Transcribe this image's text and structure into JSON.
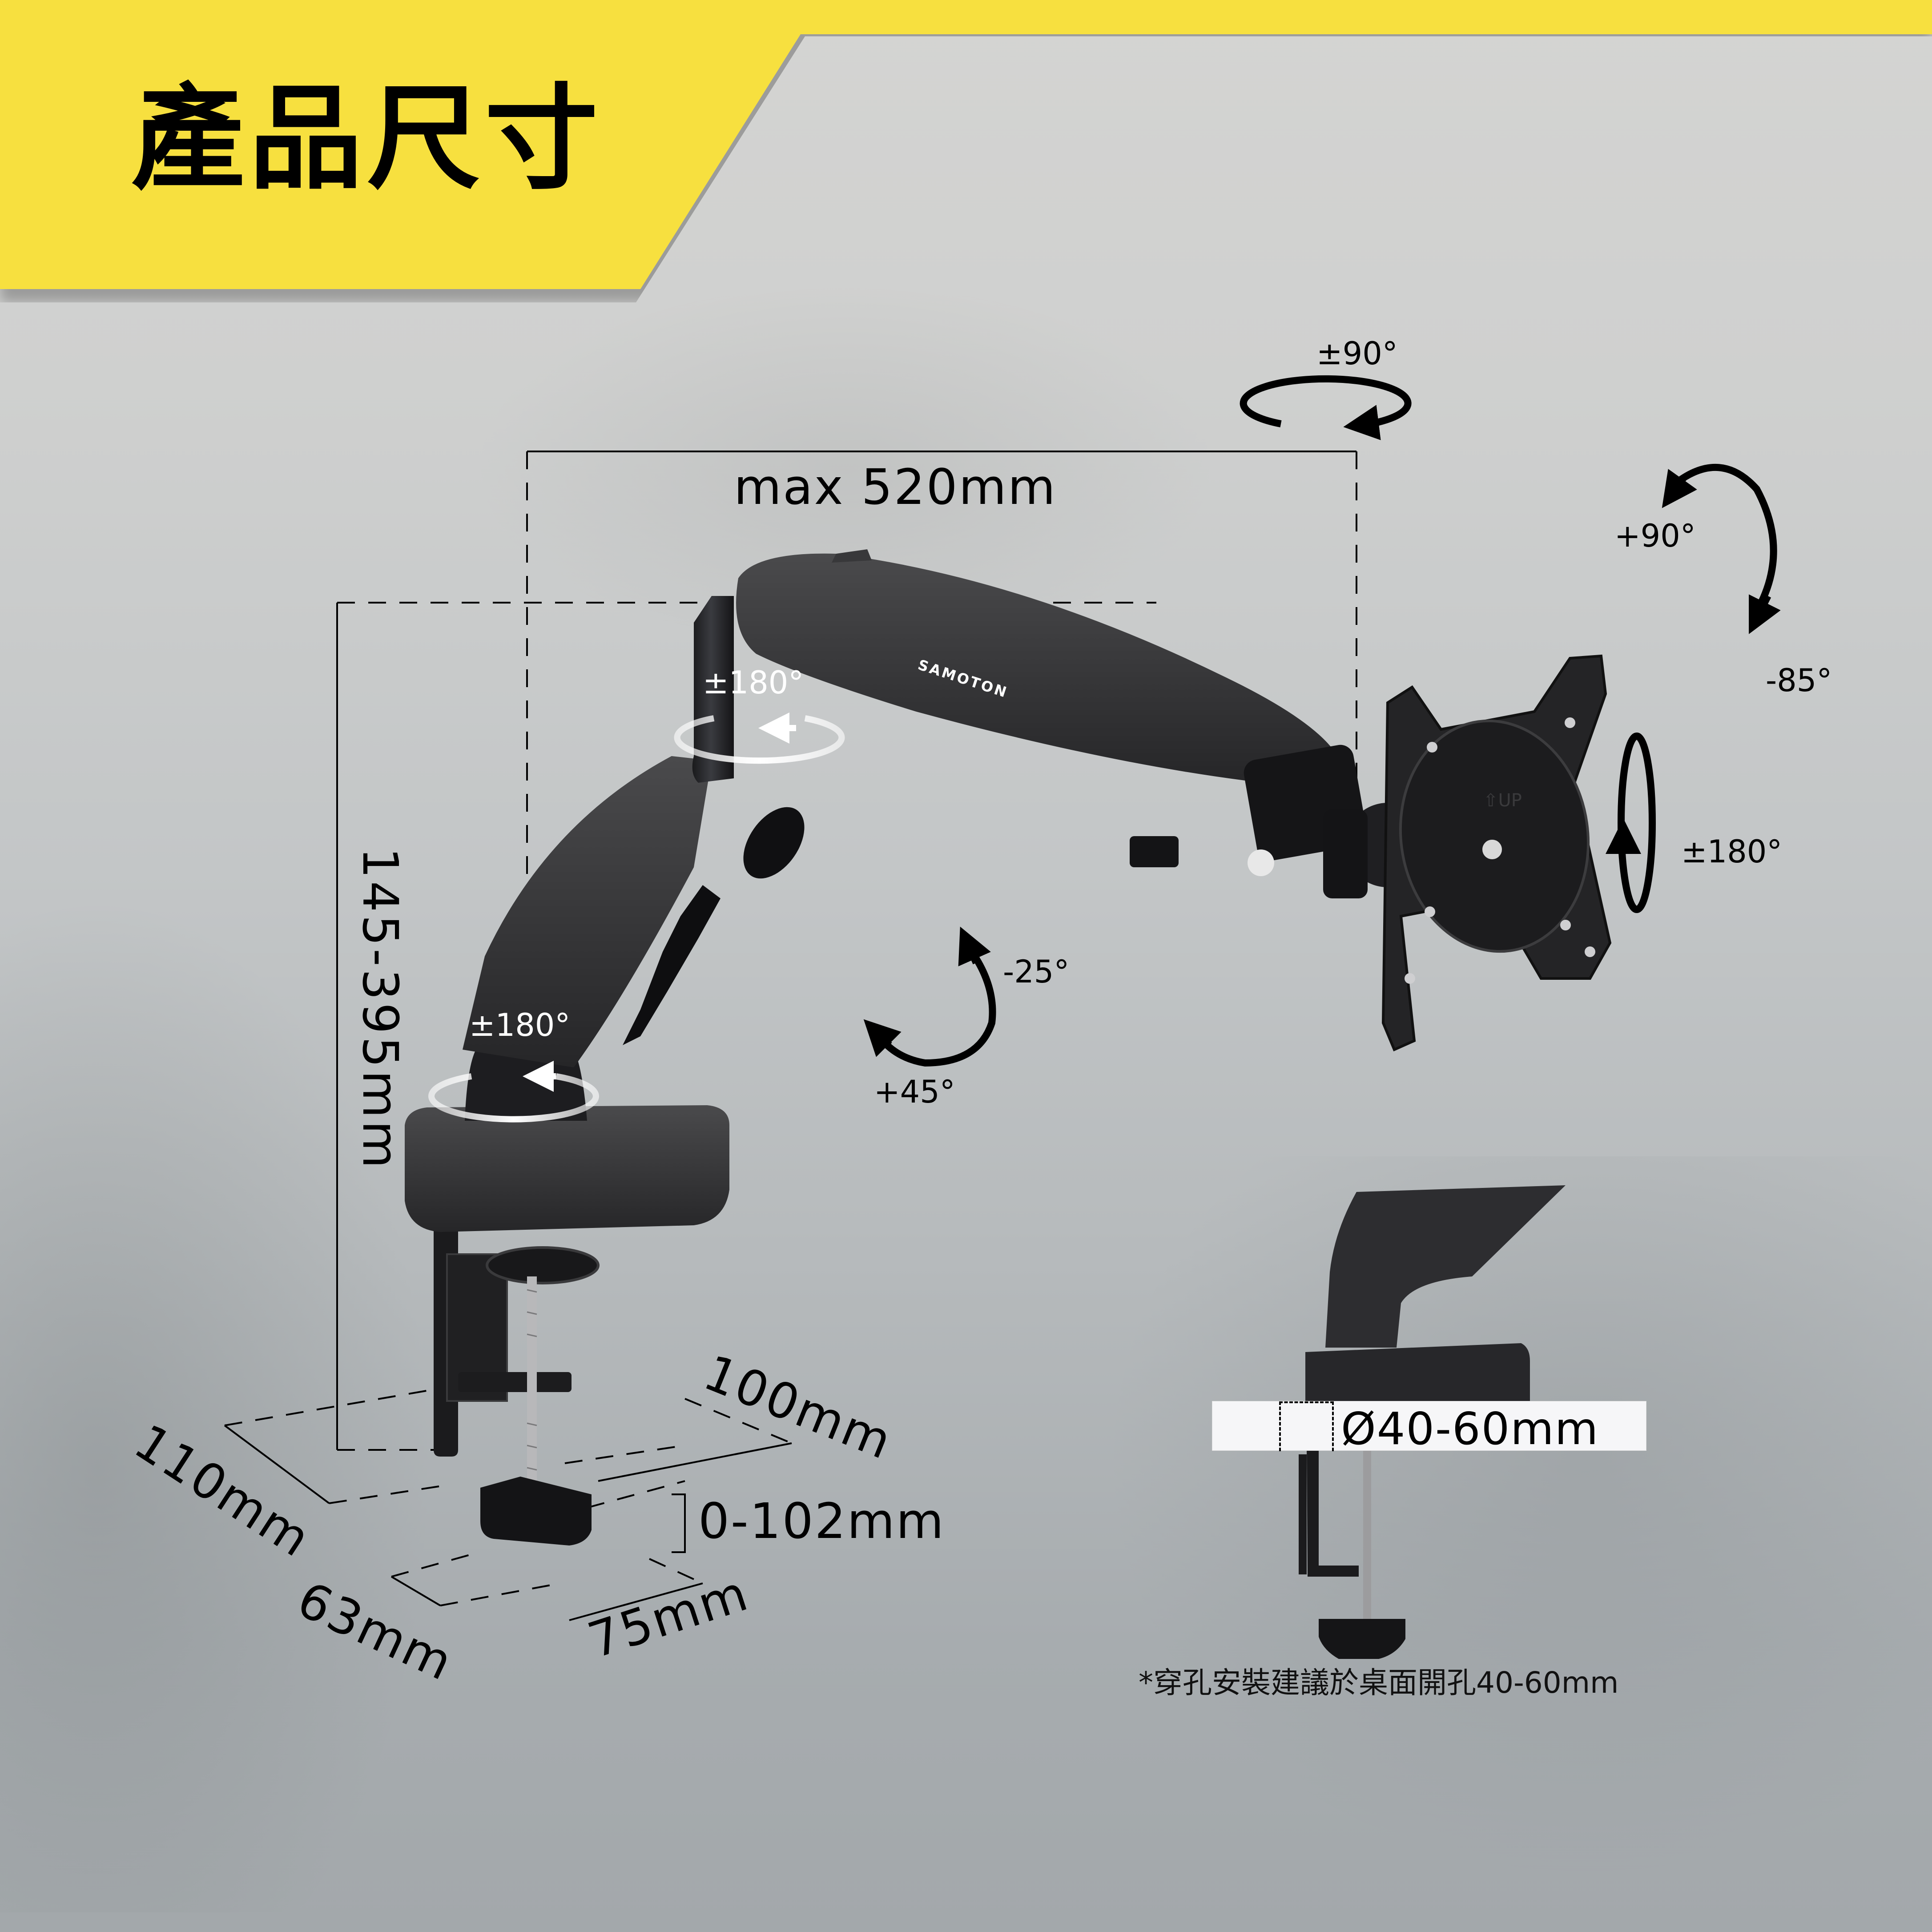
{
  "header": {
    "title": "產品尺寸",
    "banner_color": "#f7e03f"
  },
  "brand": {
    "logo_text": "SAMOTON"
  },
  "vesa_plate": {
    "up_marking": "⇧UP"
  },
  "dimensions": {
    "max_reach": "max 520mm",
    "height_range": "145-395mm",
    "clamp_thickness": "0-102mm",
    "base_depth": "110mm",
    "base_width": "100mm",
    "clamp_pad_depth": "63mm",
    "clamp_pad_width": "75mm",
    "grommet_hole": "Ø40-60mm"
  },
  "rotations": {
    "top_swivel": "±90°",
    "tilt_up": "+90°",
    "tilt_down": "-85°",
    "screen_rotate": "±180°",
    "elbow_swivel": "±180°",
    "base_swivel": "±180°",
    "arm_down": "-25°",
    "arm_up": "+45°"
  },
  "footnote": "*穿孔安裝建議於桌面開孔40-60mm"
}
